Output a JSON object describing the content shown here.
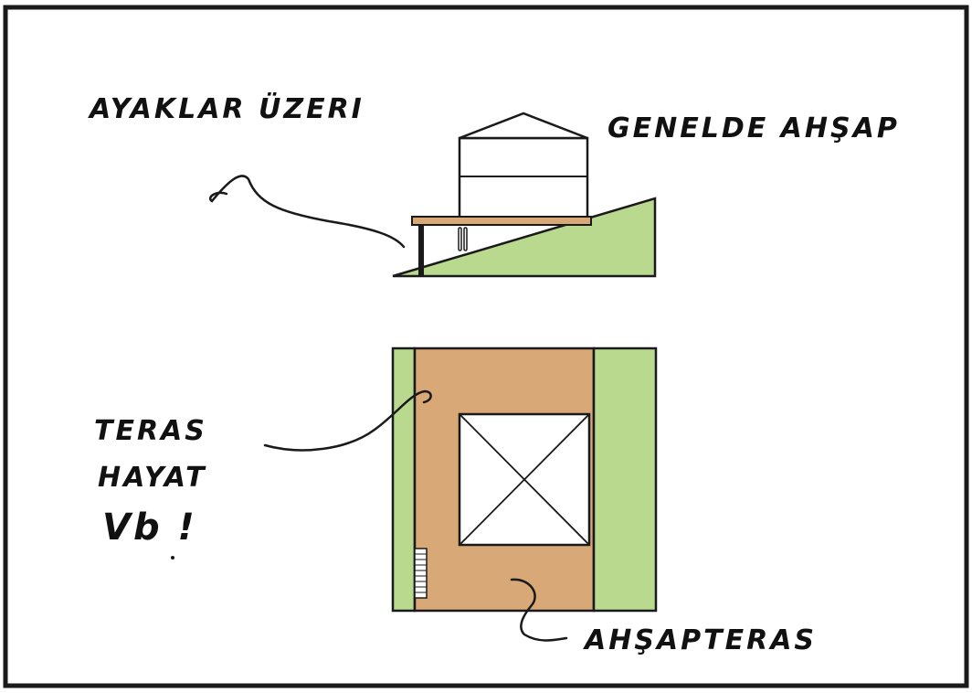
{
  "labels": {
    "top_left": "AYAKLAR ÜZERI",
    "top_right": "GENELDE AHŞAP",
    "mid_left_line1": "TERAS",
    "mid_left_line2": "HAYAT",
    "mid_left_line3": "Vb !",
    "bottom_right": "AHŞAPTERAS"
  },
  "colors": {
    "grass": "#b9d98f",
    "wood": "#d9a877",
    "outline": "#1a1a1a"
  }
}
